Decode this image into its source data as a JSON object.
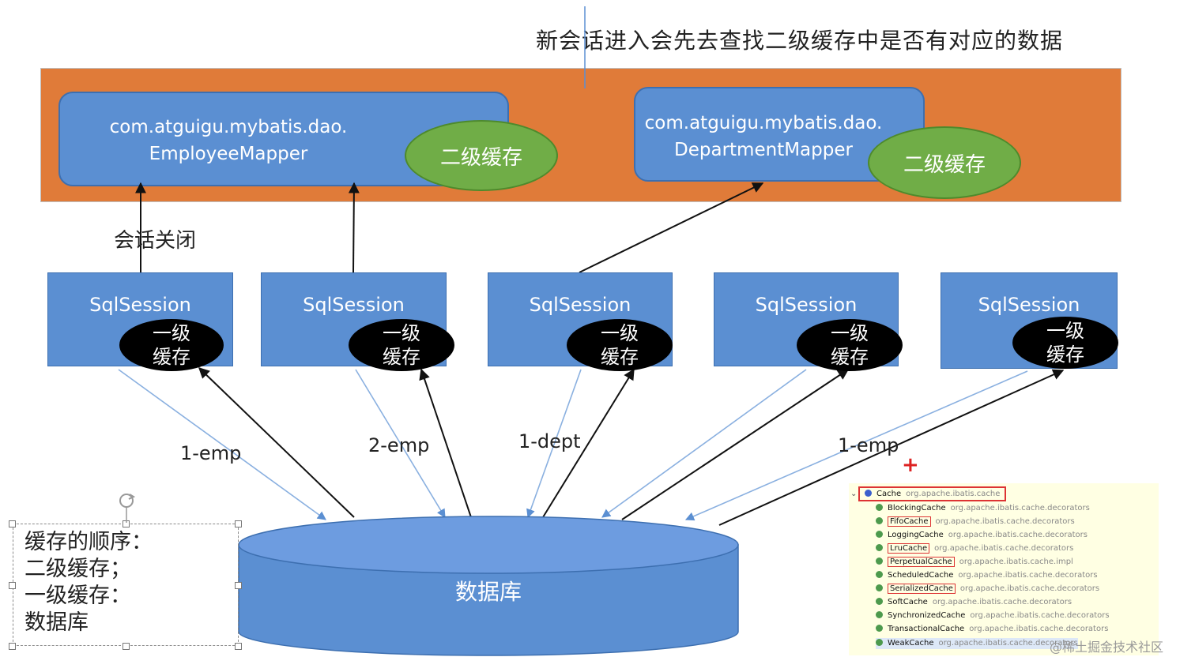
{
  "top_note": "新会话进入会先去查找二级缓存中是否有对应的数据",
  "mappers": [
    {
      "line1": "com.atguigu.mybatis.dao.",
      "line2": "EmployeeMapper",
      "cache_label": "二级缓存"
    },
    {
      "line1": "com.atguigu.mybatis.dao.",
      "line2": "DepartmentMapper",
      "cache_label": "二级缓存"
    }
  ],
  "session_close_label": "会话关闭",
  "sessions": [
    {
      "label": "SqlSession",
      "cache_line1": "一级",
      "cache_line2": "缓存"
    },
    {
      "label": "SqlSession",
      "cache_line1": "一级",
      "cache_line2": "缓存"
    },
    {
      "label": "SqlSession",
      "cache_line1": "一级",
      "cache_line2": "缓存"
    },
    {
      "label": "SqlSession",
      "cache_line1": "一级",
      "cache_line2": "缓存"
    },
    {
      "label": "SqlSession",
      "cache_line1": "一级",
      "cache_line2": "缓存"
    }
  ],
  "edge_labels": [
    "1-emp",
    "2-emp",
    "1-dept",
    "1-emp"
  ],
  "database_label": "数据库",
  "cache_order": [
    "缓存的顺序：",
    "二级缓存；",
    "一级缓存：",
    "数据库"
  ],
  "plus_mark": "+",
  "class_list": [
    {
      "name": "Cache",
      "pkg": "org.apache.ibatis.cache",
      "boxed": true,
      "root": true
    },
    {
      "name": "BlockingCache",
      "pkg": "org.apache.ibatis.cache.decorators",
      "boxed": false
    },
    {
      "name": "FifoCache",
      "pkg": "org.apache.ibatis.cache.decorators",
      "boxed": true
    },
    {
      "name": "LoggingCache",
      "pkg": "org.apache.ibatis.cache.decorators",
      "boxed": false
    },
    {
      "name": "LruCache",
      "pkg": "org.apache.ibatis.cache.decorators",
      "boxed": true
    },
    {
      "name": "PerpetualCache",
      "pkg": "org.apache.ibatis.cache.impl",
      "boxed": true
    },
    {
      "name": "ScheduledCache",
      "pkg": "org.apache.ibatis.cache.decorators",
      "boxed": false
    },
    {
      "name": "SerializedCache",
      "pkg": "org.apache.ibatis.cache.decorators",
      "boxed": true
    },
    {
      "name": "SoftCache",
      "pkg": "org.apache.ibatis.cache.decorators",
      "boxed": false
    },
    {
      "name": "SynchronizedCache",
      "pkg": "org.apache.ibatis.cache.decorators",
      "boxed": false
    },
    {
      "name": "TransactionalCache",
      "pkg": "org.apache.ibatis.cache.decorators",
      "boxed": false
    },
    {
      "name": "WeakCache",
      "pkg": "org.apache.ibatis.cache.decorators",
      "boxed": false
    }
  ],
  "watermark": "@稀土掘金技术社区",
  "colors": {
    "config_band": "#e07b39",
    "mapper_blue": "#5b8fd2",
    "l2_green": "#70ad47",
    "l1_black": "#000000"
  }
}
